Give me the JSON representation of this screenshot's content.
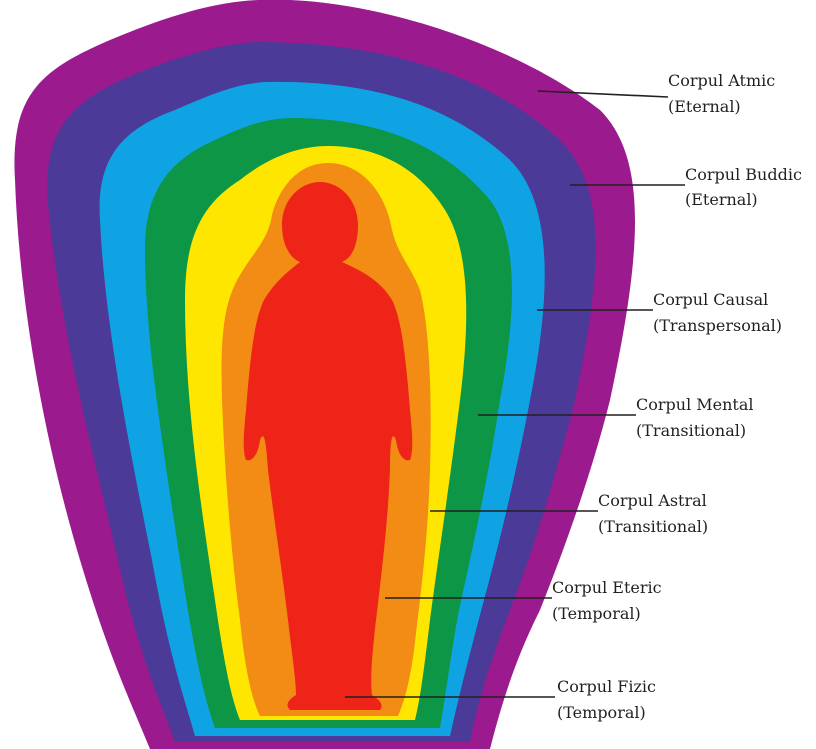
{
  "layers": [
    {
      "id": "atmic",
      "color": "#9b1b8e"
    },
    {
      "id": "buddic",
      "color": "#4b3a97"
    },
    {
      "id": "causal",
      "color": "#10a3e4"
    },
    {
      "id": "mental",
      "color": "#0c9645"
    },
    {
      "id": "astral",
      "color": "#ffe600"
    },
    {
      "id": "eteric",
      "color": "#f28c14"
    },
    {
      "id": "fizic",
      "color": "#ee2418"
    }
  ],
  "labels": [
    {
      "id": "atmic",
      "name": "Corpul Atmic",
      "type": "(Eternal)"
    },
    {
      "id": "buddic",
      "name": "Corpul Buddic",
      "type": "(Eternal)"
    },
    {
      "id": "causal",
      "name": "Corpul Causal",
      "type": "(Transpersonal)"
    },
    {
      "id": "mental",
      "name": "Corpul Mental",
      "type": "(Transitional)"
    },
    {
      "id": "astral",
      "name": "Corpul Astral",
      "type": "(Transitional)"
    },
    {
      "id": "eteric",
      "name": "Corpul Eteric",
      "type": "(Temporal)"
    },
    {
      "id": "fizic",
      "name": "Corpul Fizic",
      "type": "(Temporal)"
    }
  ]
}
